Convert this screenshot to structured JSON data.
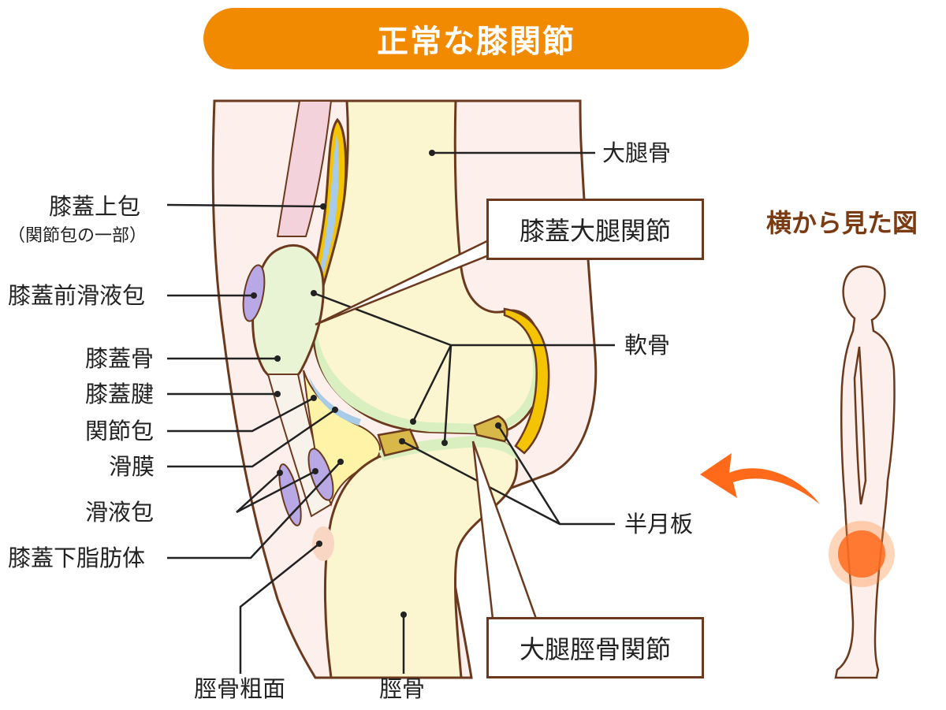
{
  "title": "正常な膝関節",
  "side_view_label": "横から見た図",
  "labels": {
    "suprapatellar_bursa": "膝蓋上包",
    "suprapatellar_bursa_note": "（関節包の一部）",
    "prepatellar_bursa": "膝蓋前滑液包",
    "patella": "膝蓋骨",
    "patellar_tendon": "膝蓋腱",
    "joint_capsule": "関節包",
    "synovium": "滑膜",
    "bursa": "滑液包",
    "infrapatellar_fat_pad": "膝蓋下脂肪体",
    "tibial_tuberosity": "脛骨粗面",
    "tibia": "脛骨",
    "femur": "大腿骨",
    "cartilage": "軟骨",
    "meniscus": "半月板",
    "patellofemoral_joint": "膝蓋大腿関節",
    "femorotibial_joint": "大腿脛骨関節"
  },
  "colors": {
    "title_bg": "#f28a00",
    "bone": "#fbf6cf",
    "cartilage": "#d9efbf",
    "synovial_fluid": "#a8cbe8",
    "capsule": "#f5c400",
    "outline": "#6b3a1e",
    "skin": "#fdf0ec",
    "bursa": "#b9a8e6",
    "arrow": "#ff6a1a",
    "highlight": "#ff5a10"
  }
}
